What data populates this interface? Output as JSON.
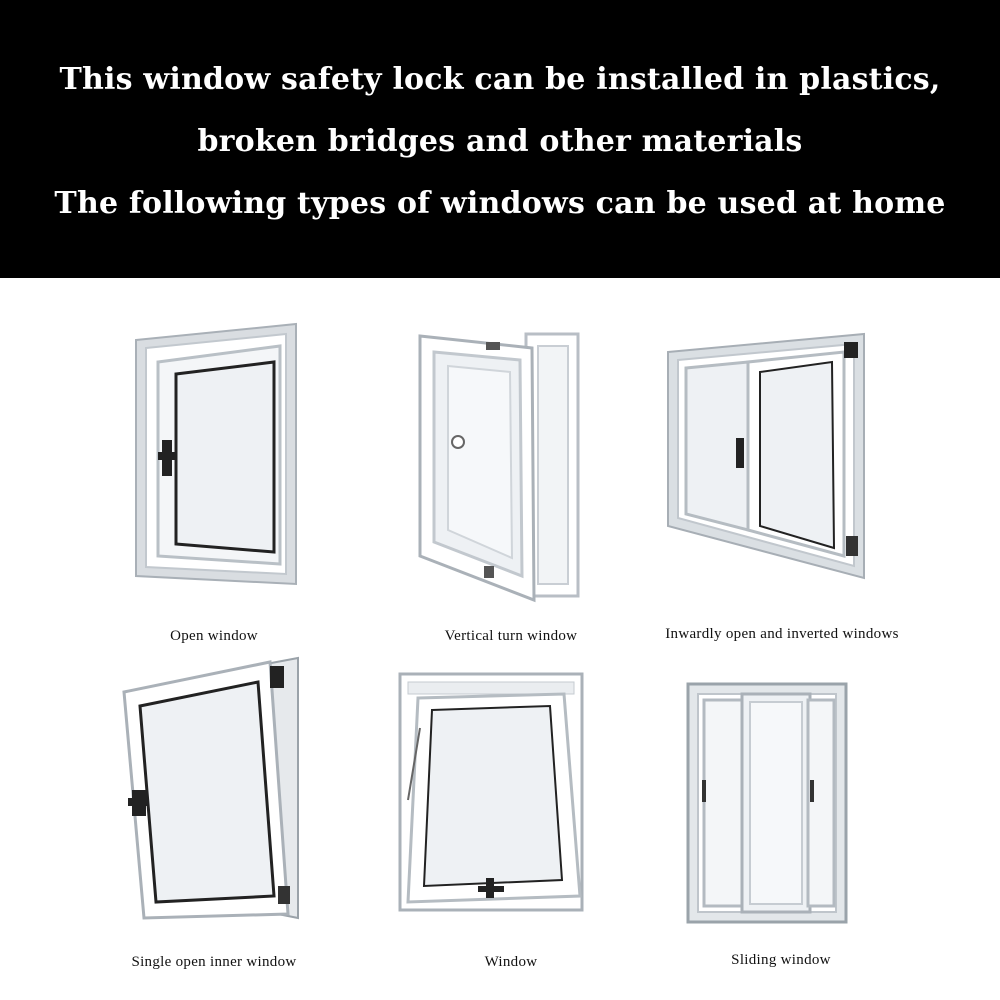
{
  "banner": {
    "line1": "This window safety lock can be installed in plastics,",
    "line2": "broken bridges and other materials",
    "line3": "The following types of windows can be used at home"
  },
  "windows": [
    {
      "caption": "Open window",
      "icon": "open-window-icon"
    },
    {
      "caption": "Vertical turn window",
      "icon": "vertical-turn-window-icon"
    },
    {
      "caption": "Inwardly open and inverted windows",
      "icon": "tilt-turn-window-icon"
    },
    {
      "caption": "Single open inner window",
      "icon": "inner-open-window-icon"
    },
    {
      "caption": "Window",
      "icon": "top-hung-window-icon"
    },
    {
      "caption": "Sliding window",
      "icon": "sliding-window-icon"
    }
  ],
  "colors": {
    "banner_bg": "#000000",
    "banner_text": "#ffffff",
    "frame": "#c7ccd1",
    "glass": "#eef1f4",
    "handle": "#222222"
  }
}
